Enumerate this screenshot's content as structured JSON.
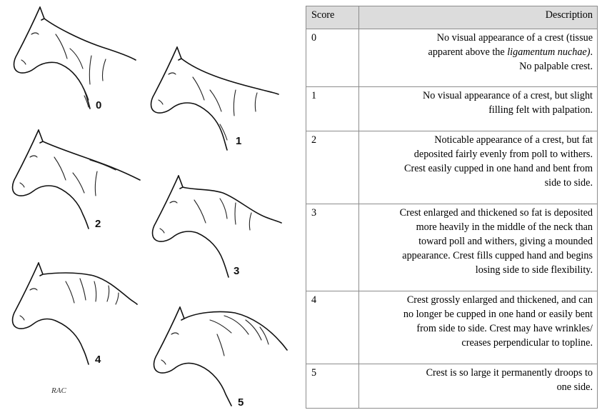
{
  "figure": {
    "horses": [
      {
        "score_label": "0"
      },
      {
        "score_label": "1"
      },
      {
        "score_label": "2"
      },
      {
        "score_label": "3"
      },
      {
        "score_label": "4"
      },
      {
        "score_label": "5"
      }
    ],
    "artist_initials": "RAC"
  },
  "table": {
    "headers": {
      "score": "Score",
      "description": "Description"
    },
    "rows": [
      {
        "score": "0",
        "lines": [
          "No visual appearance of a crest (tissue",
          "apparent above the ",
          "ligamentum nuchae)",
          ".",
          "No palpable crest."
        ]
      },
      {
        "score": "1",
        "lines": [
          "No visual appearance of a crest, but slight",
          "filling felt with palpation."
        ]
      },
      {
        "score": "2",
        "lines": [
          "Noticable appearance of a crest, but fat",
          "deposited fairly evenly from poll to withers.",
          "Crest easily cupped in one hand and bent from",
          "side to side."
        ]
      },
      {
        "score": "3",
        "lines": [
          "Crest enlarged and thickened so fat is deposited",
          "more heavily in the middle of the neck than",
          "toward poll and withers, giving a mounded",
          "appearance.  Crest fills cupped hand and begins",
          "losing side to side flexibility."
        ]
      },
      {
        "score": "4",
        "lines": [
          "Crest grossly enlarged and thickened, and can",
          "no longer be cupped in one hand or easily bent",
          "from side to side.  Crest may have wrinkles/",
          "creases  perpendicular to topline."
        ]
      },
      {
        "score": "5",
        "lines": [
          "Crest is so large it permanently droops to",
          "one side."
        ]
      }
    ]
  }
}
